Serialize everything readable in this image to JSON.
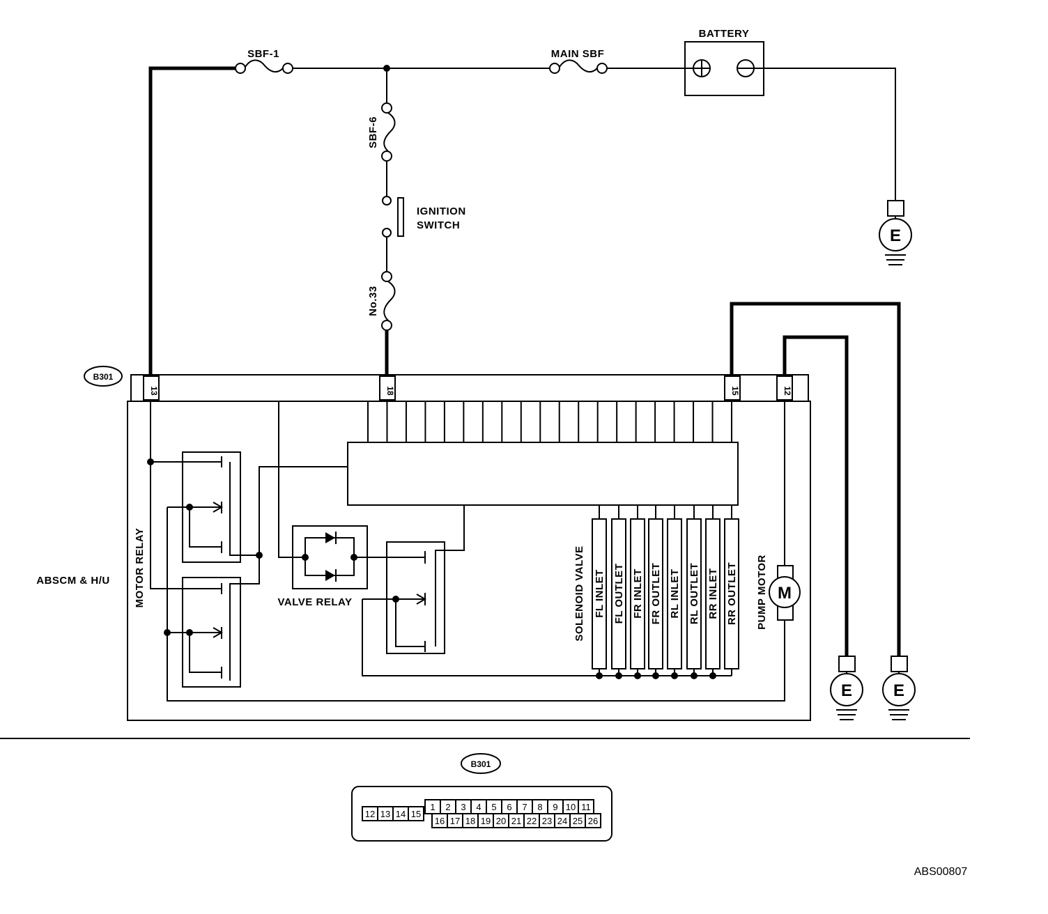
{
  "fuses": {
    "sbf1": "SBF-1",
    "main_sbf": "MAIN SBF",
    "sbf6": "SBF-6",
    "no33": "No.33"
  },
  "battery": {
    "label": "BATTERY"
  },
  "ignition_switch": {
    "line1": "IGNITION",
    "line2": "SWITCH"
  },
  "connector": {
    "id": "B301",
    "pins": {
      "p13": "13",
      "p18": "18",
      "p15": "15",
      "p12": "12"
    }
  },
  "module": {
    "label": "ABSCM & H/U",
    "motor_relay": "MOTOR RELAY",
    "valve_relay": "VALVE RELAY",
    "solenoid_valve": "SOLENOID VALVE",
    "pump_motor": "PUMP MOTOR",
    "motor_symbol": "M"
  },
  "solenoid_valves": [
    "FL INLET",
    "FL OUTLET",
    "FR INLET",
    "FR OUTLET",
    "RL INLET",
    "RL OUTLET",
    "RR INLET",
    "RR OUTLET"
  ],
  "grounds": [
    "E",
    "E",
    "E"
  ],
  "connector_view": {
    "id": "B301",
    "left_block": [
      "12",
      "13",
      "14",
      "15"
    ],
    "row1": [
      "1",
      "2",
      "3",
      "4",
      "5",
      "6",
      "7",
      "8",
      "9",
      "10",
      "11"
    ],
    "row2": [
      "16",
      "17",
      "18",
      "19",
      "20",
      "21",
      "22",
      "23",
      "24",
      "25",
      "26"
    ]
  },
  "figure_id": "ABS00807"
}
